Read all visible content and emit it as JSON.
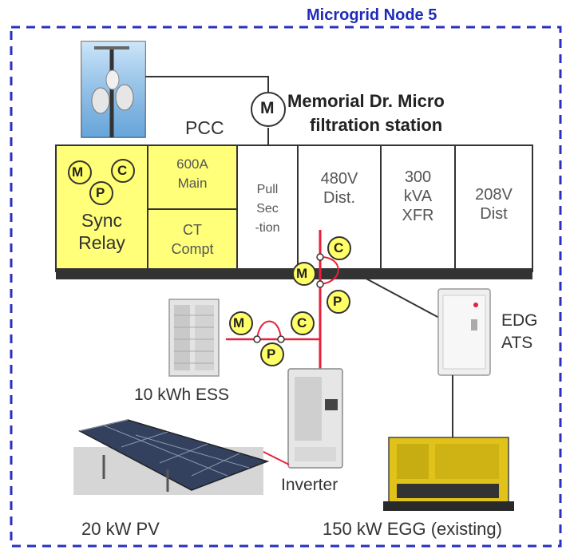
{
  "title": "Microgrid Node 5",
  "facility": {
    "line1": "Memorial Dr. Micro",
    "line2": "filtration station"
  },
  "pcc_label": "PCC",
  "switchgear": {
    "sync_relay": [
      "Sync",
      "Relay"
    ],
    "main_600a": [
      "600A",
      "Main"
    ],
    "ct_compt": [
      "CT",
      "Compt"
    ],
    "pull_section": [
      "Pull",
      "Sec",
      "-tion"
    ],
    "dist_480v": [
      "480V",
      "Dist."
    ],
    "xfr_300kva": [
      "300",
      "kVA",
      "XFR"
    ],
    "dist_208v": [
      "208V",
      "Dist"
    ]
  },
  "meters": {
    "m": "M",
    "p": "P",
    "c": "C"
  },
  "components": {
    "ess": "10 kWh ESS",
    "edg_ats": [
      "EDG",
      "ATS"
    ],
    "inverter": "Inverter",
    "pv": "20 kW PV",
    "egg": "150 kW EGG (existing)"
  },
  "colors": {
    "border_dash": "#2a2fbf",
    "title": "#1f2bb8",
    "yellow_cell": "#ffff7a",
    "bus_bar": "#333333",
    "red_line": "#e8203a",
    "meter_fill": "#ffff66",
    "generator": "#e0c21a"
  }
}
